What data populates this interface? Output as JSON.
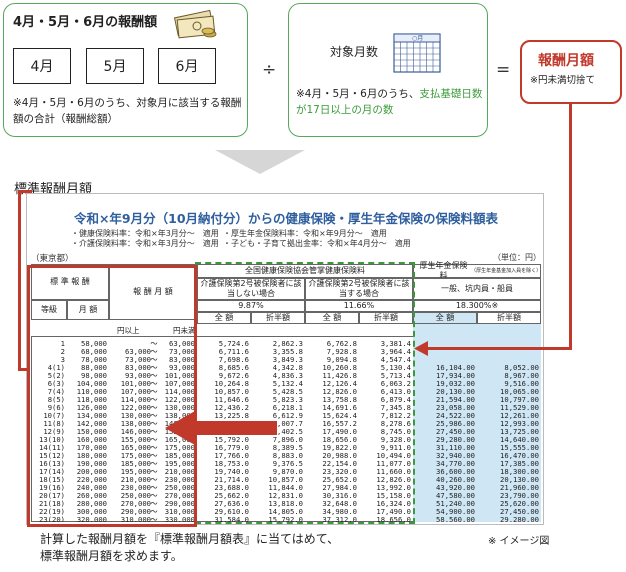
{
  "box1": {
    "title": "4月・5月・6月の報酬額",
    "months": [
      "4月",
      "5月",
      "6月"
    ],
    "note": "※4月・5月・6月のうち、対象月に該当する報酬額の合計（報酬総額）"
  },
  "ops": {
    "divide": "÷",
    "equals": "="
  },
  "box2": {
    "title": "対象月数",
    "calendar_label": "○月",
    "note_pre": "※4月・5月・6月のうち、",
    "note_green": "支払基礎日数が17日以上",
    "note_post": "の月の数"
  },
  "box3": {
    "title": "報酬月額",
    "note": "※円未満切捨て"
  },
  "std_label": "標準報酬月額",
  "panel": {
    "title": "令和×年9月分（10月納付分）からの健康保険・厚生年金保険の保険料額表",
    "lines": [
      "・健康保険料率：令和×年3月分～　適用",
      "・厚生年金保険料率：令和×年9月分～　適用",
      "・介護保険料率：令和×年3月分～　適用",
      "・子ども・子育て拠出金率：令和×年4月分～　適用"
    ],
    "region": "（東京都）",
    "unit": "（単位：円）",
    "headers": {
      "std": "標 準 報 酬",
      "grade": "等級",
      "monthly": "月 額",
      "pay": "報 酬 月 額",
      "from": "円以上",
      "to": "円未満",
      "kenpo": "全国健康保険協会管掌健康保険料",
      "nocare": "介護保険第2号被保険者に該当しない場合",
      "care": "介護保険第2号被保険者に該当する場合",
      "rate1": "9.87%",
      "rate2": "11.66%",
      "kousei": "厚生年金保険料",
      "kousei_sub": "（厚生年金基金加入員を除く）",
      "general": "一般、坑内員・船員",
      "rate3": "18.300%※",
      "all": "全 額",
      "half": "折半額"
    },
    "rows": [
      [
        "1",
        "58,000",
        "",
        "63,000",
        "5,724.6",
        "2,862.3",
        "6,762.8",
        "3,381.4",
        "",
        ""
      ],
      [
        "2",
        "68,000",
        "63,000",
        "73,000",
        "6,711.6",
        "3,355.8",
        "7,928.8",
        "3,964.4",
        "",
        ""
      ],
      [
        "3",
        "78,000",
        "73,000",
        "83,000",
        "7,698.6",
        "3,849.3",
        "9,094.8",
        "4,547.4",
        "",
        ""
      ],
      [
        "4(1)",
        "88,000",
        "83,000",
        "93,000",
        "8,685.6",
        "4,342.8",
        "10,260.8",
        "5,130.4",
        "16,104.00",
        "8,052.00"
      ],
      [
        "5(2)",
        "98,000",
        "93,000",
        "101,000",
        "9,672.6",
        "4,836.3",
        "11,426.8",
        "5,713.4",
        "17,934.00",
        "8,967.00"
      ],
      [
        "6(3)",
        "104,000",
        "101,000",
        "107,000",
        "10,264.8",
        "5,132.4",
        "12,126.4",
        "6,063.2",
        "19,032.00",
        "9,516.00"
      ],
      [
        "7(4)",
        "110,000",
        "107,000",
        "114,000",
        "10,857.0",
        "5,428.5",
        "12,826.0",
        "6,413.0",
        "20,130.00",
        "10,065.00"
      ],
      [
        "8(5)",
        "118,000",
        "114,000",
        "122,000",
        "11,646.6",
        "5,823.3",
        "13,758.8",
        "6,879.4",
        "21,594.00",
        "10,797.00"
      ],
      [
        "9(6)",
        "126,000",
        "122,000",
        "130,000",
        "12,436.2",
        "6,218.1",
        "14,691.6",
        "7,345.8",
        "23,058.00",
        "11,529.00"
      ],
      [
        "10(7)",
        "134,000",
        "130,000",
        "138,000",
        "13,225.8",
        "6,612.9",
        "15,624.4",
        "7,812.2",
        "24,522.00",
        "12,261.00"
      ],
      [
        "11(8)",
        "142,000",
        "138,000",
        "146,000",
        "14,015.4",
        "7,007.7",
        "16,557.2",
        "8,278.6",
        "25,986.00",
        "12,993.00"
      ],
      [
        "12(9)",
        "150,000",
        "146,000",
        "155,000",
        "14,805.0",
        "7,402.5",
        "17,490.0",
        "8,745.0",
        "27,450.00",
        "13,725.00"
      ],
      [
        "13(10)",
        "160,000",
        "155,000",
        "165,000",
        "15,792.0",
        "7,896.0",
        "18,656.0",
        "9,328.0",
        "29,280.00",
        "14,640.00"
      ],
      [
        "14(11)",
        "170,000",
        "165,000",
        "175,000",
        "16,779.0",
        "8,389.5",
        "19,822.0",
        "9,911.0",
        "31,110.00",
        "15,555.00"
      ],
      [
        "15(12)",
        "180,000",
        "175,000",
        "185,000",
        "17,766.0",
        "8,883.0",
        "20,988.0",
        "10,494.0",
        "32,940.00",
        "16,470.00"
      ],
      [
        "16(13)",
        "190,000",
        "185,000",
        "195,000",
        "18,753.0",
        "9,376.5",
        "22,154.0",
        "11,077.0",
        "34,770.00",
        "17,385.00"
      ],
      [
        "17(14)",
        "200,000",
        "195,000",
        "210,000",
        "19,740.0",
        "9,870.0",
        "23,320.0",
        "11,660.0",
        "36,600.00",
        "18,300.00"
      ],
      [
        "18(15)",
        "220,000",
        "210,000",
        "230,000",
        "21,714.0",
        "10,857.0",
        "25,652.0",
        "12,826.0",
        "40,260.00",
        "20,130.00"
      ],
      [
        "19(16)",
        "240,000",
        "230,000",
        "250,000",
        "23,688.0",
        "11,844.0",
        "27,984.0",
        "13,992.0",
        "43,920.00",
        "21,960.00"
      ],
      [
        "20(17)",
        "260,000",
        "250,000",
        "270,000",
        "25,662.0",
        "12,831.0",
        "30,316.0",
        "15,158.0",
        "47,580.00",
        "23,790.00"
      ],
      [
        "21(18)",
        "280,000",
        "270,000",
        "290,000",
        "27,636.0",
        "13,818.0",
        "32,648.0",
        "16,324.0",
        "51,240.00",
        "25,620.00"
      ],
      [
        "22(19)",
        "300,000",
        "290,000",
        "310,000",
        "29,610.0",
        "14,805.0",
        "34,980.0",
        "17,490.0",
        "54,900.00",
        "27,450.00"
      ],
      [
        "23(20)",
        "320,000",
        "310,000",
        "330,000",
        "31,584.0",
        "15,792.0",
        "37,312.0",
        "18,656.0",
        "58,560.00",
        "29,280.00"
      ]
    ],
    "tilde": "～"
  },
  "bottom_note": "計算した報酬月額を『標準報酬月額表』に当てはめて、標準報酬月額を求めます。",
  "image_note": "※ イメージ図"
}
